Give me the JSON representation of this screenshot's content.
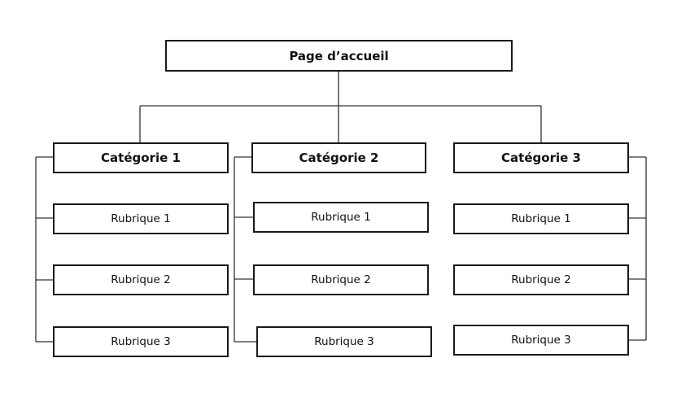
{
  "root": {
    "label": "Page d’accueil"
  },
  "categories": [
    {
      "label": "Catégorie 1",
      "items": [
        "Rubrique 1",
        "Rubrique 2",
        "Rubrique 3"
      ]
    },
    {
      "label": "Catégorie 2",
      "items": [
        "Rubrique 1",
        "Rubrique 2",
        "Rubrique 3"
      ]
    },
    {
      "label": "Catégorie 3",
      "items": [
        "Rubrique 1",
        "Rubrique 2",
        "Rubrique 3"
      ]
    }
  ],
  "colors": {
    "stroke": "#1a1a1a",
    "background": "#ffffff"
  }
}
